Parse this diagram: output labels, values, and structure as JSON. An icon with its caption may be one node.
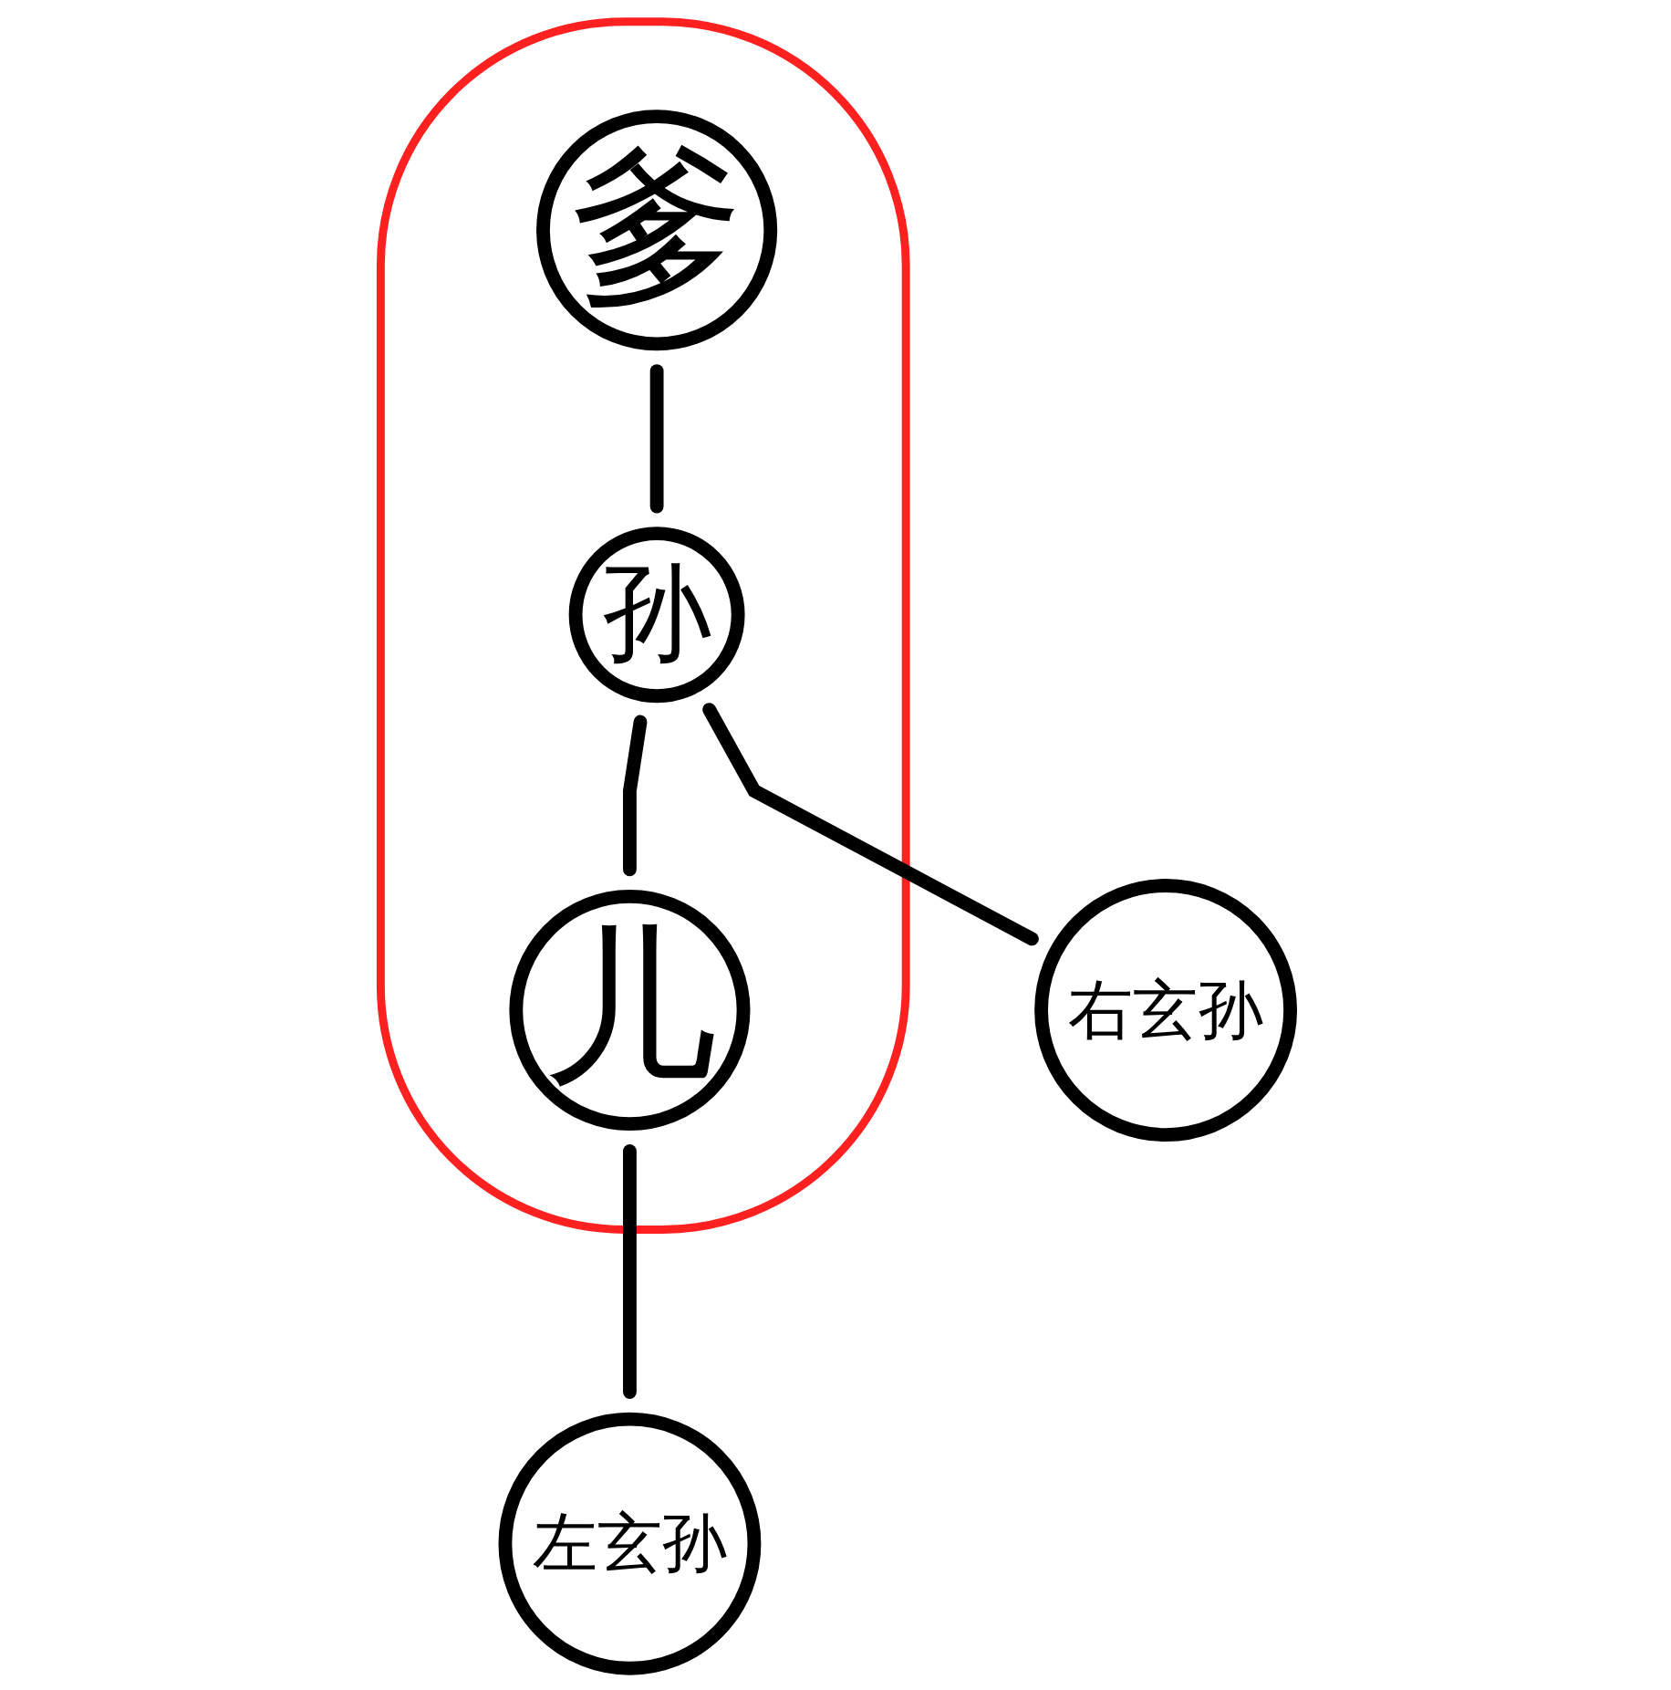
{
  "diagram": {
    "nodes": [
      {
        "text": [],
        "shape": "loop"
      },
      {
        "text": [
          "爹"
        ],
        "in": 0
      },
      {
        "text": [
          "孙"
        ],
        "in": 0
      },
      {
        "text": [
          "儿"
        ],
        "in": 0
      },
      {
        "text": [
          "右玄孙"
        ]
      },
      {
        "text": [
          "左玄孙"
        ]
      }
    ],
    "edges": [
      {
        "from": 1,
        "to": 2,
        "arrow": "none"
      },
      {
        "from": 2,
        "to": 3,
        "arrow": "none"
      },
      {
        "from": 2,
        "to": 4,
        "arrow": "none"
      },
      {
        "from": 3,
        "to": 5,
        "arrow": "none"
      }
    ]
  }
}
